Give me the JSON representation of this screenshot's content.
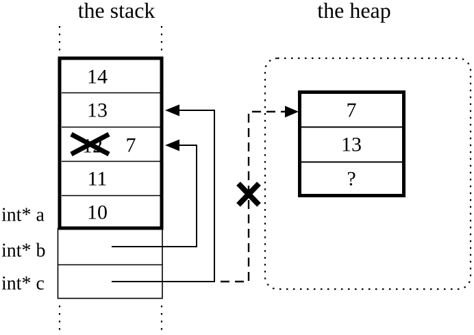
{
  "colors": {
    "ink": "#000000",
    "background": "#ffffff"
  },
  "stack": {
    "title": "the stack",
    "rows": [
      {
        "value": "14"
      },
      {
        "value": "13"
      },
      {
        "value": "12",
        "crossed_out": true,
        "replacement": "7"
      },
      {
        "value": "11"
      },
      {
        "value": "10"
      }
    ],
    "variables": [
      {
        "label": "int* a"
      },
      {
        "label": "int* b"
      },
      {
        "label": "int* c"
      }
    ]
  },
  "heap": {
    "title": "the heap",
    "rows": [
      {
        "value": "7"
      },
      {
        "value": "13"
      },
      {
        "value": "?"
      }
    ]
  }
}
